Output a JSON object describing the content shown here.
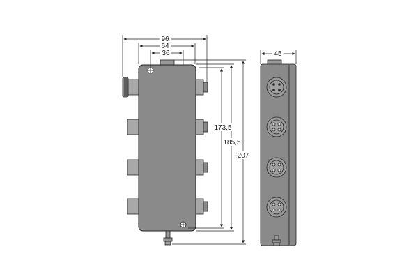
{
  "dimensions": {
    "width_overall": "96",
    "width_body": "64",
    "width_mount": "36",
    "height_mount": "173,5",
    "height_body": "185,5",
    "height_overall": "207",
    "depth": "45"
  },
  "colors": {
    "body": "#8a8a8a",
    "port": "#a8a8a8",
    "line": "#222222"
  }
}
